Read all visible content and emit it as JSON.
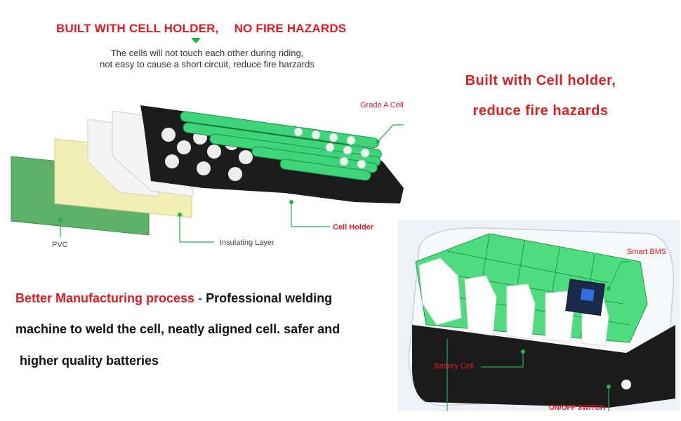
{
  "header": {
    "left": "BUILT WITH CELL HOLDER,",
    "right": "NO FIRE HAZARDS"
  },
  "subtitle": {
    "line1": "The cells will not touch each other during riding,",
    "line2": "not easy to cause a short circuit, reduce fire harzards"
  },
  "right_title": {
    "line1": "Built with Cell holder,",
    "line2": "reduce fire hazards"
  },
  "exploded_labels": {
    "grade_a_cell": "Grade A Cell",
    "cell_holder": "Cell Holder",
    "insulating_layer": "Insulating Layer",
    "pvc": "PVC"
  },
  "manufacturing": {
    "highlight": "Better Manufacturing process",
    "dash": " - ",
    "line1_rest": "Professional welding",
    "line2": "machine to weld the cell,   neatly aligned cell.  safer and",
    "line3": "higher quality batteries"
  },
  "photo_labels": {
    "smart_bms": "Smart BMS",
    "battery_cell": "Battery Cell",
    "on_off_switch": "ON/OFF SWITCH"
  },
  "colors": {
    "accent_red": "#e11b22",
    "accent_green": "#22b14c",
    "cell_green": "#3ed47a",
    "pvc_green": "#5fb068",
    "insulation_yellow": "#f1f0b4"
  }
}
